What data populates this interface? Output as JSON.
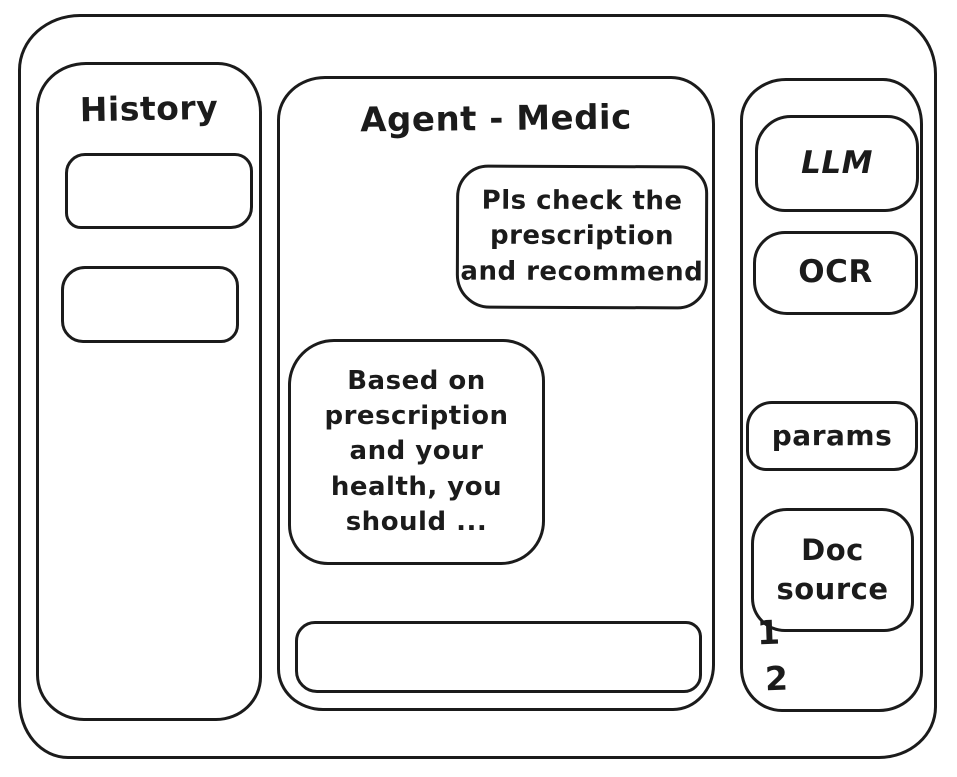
{
  "colors": {
    "ink": "#1b1b1b",
    "background": "#ffffff"
  },
  "history_panel": {
    "title": "History",
    "items": [
      {
        "label": ""
      },
      {
        "label": ""
      }
    ]
  },
  "chat_panel": {
    "title": "Agent - Medic",
    "messages": [
      {
        "role": "user",
        "text": "Pls check the\nprescription\nand recommend"
      },
      {
        "role": "assistant",
        "text": "Based on\nprescription\nand your\nhealth, you\nshould ..."
      }
    ],
    "input": {
      "value": ""
    }
  },
  "tools_panel": {
    "llm_button": "LLM",
    "ocr_button": "OCR",
    "params_button": "params",
    "doc_source_button": "Doc source",
    "doc_source_items": [
      "1",
      "2"
    ]
  }
}
